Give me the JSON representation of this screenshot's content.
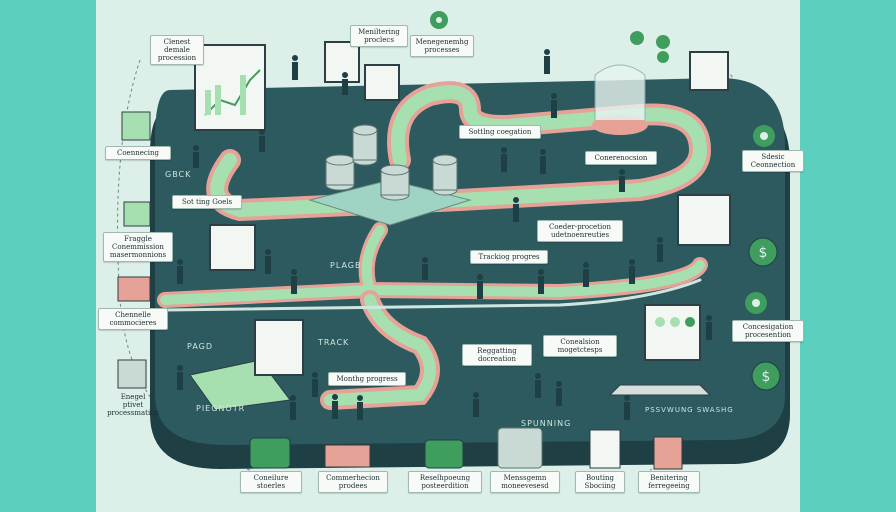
{
  "colors": {
    "frame": "#5ccfbe",
    "backdrop": "#dcefe9",
    "board": "#2d5a5f",
    "path_pink": "#e6a296",
    "path_green": "#a6e0b0",
    "accent_green": "#3f9e5e",
    "ink": "#1d2e34"
  },
  "labels": {
    "top_left": "Clenest\ndemale\nprocession",
    "top_mid1": "Meniltering\nproclecs",
    "top_mid2": "Menegenemhg\nprocesses",
    "setting_center": "Sottlng coegation",
    "conversion": "Conerenocsion",
    "left_connecting": "Coennecing",
    "left_gack": "GBCK",
    "setting_goals": "Sot ting Goels",
    "left_frage": "Fraggle\nConemmission\nmasermonnions",
    "left_checkle": "Chennelle\ncommocieres",
    "left_bottom": "Enegel\nptivet\nprocessmation",
    "right_sdesic": "Sdesic\nCeonnection",
    "right_concest": "Concesigation\nprocesention",
    "center_coeder": "Coeder-procetion\nudetnoenreuties",
    "tracking_progress": "Trackiog progres",
    "plage": "PLAGB",
    "track": "TRACK",
    "regatting": "Reggatting\ndocreation",
    "conection_mager": "Conealsion\nmogetctesps",
    "monthing": "Monthg progress",
    "pagd": "PAGD",
    "piegnotr": "PIEGNOTR",
    "spunning": "SPUNNING",
    "pssquung": "PSSVWUNG\nSWASHG",
    "bottom_1": "Coneilure\nstoerles",
    "bottom_2": "Commerhecion\nprodees",
    "bottom_3": "Reselhpoeung\nposteerdition",
    "bottom_4": "Menssgemn\nmoneevesesd",
    "bottom_5": "Bouting\nSbociing",
    "bottom_6": "Benitering\nferregeeing"
  },
  "icons": [
    "dollar-coin-icon",
    "gear-icon",
    "settings-icon",
    "chart-icon",
    "laptop-icon",
    "coin-stack-icon",
    "location-pin-icon",
    "bar-chart-icon"
  ]
}
